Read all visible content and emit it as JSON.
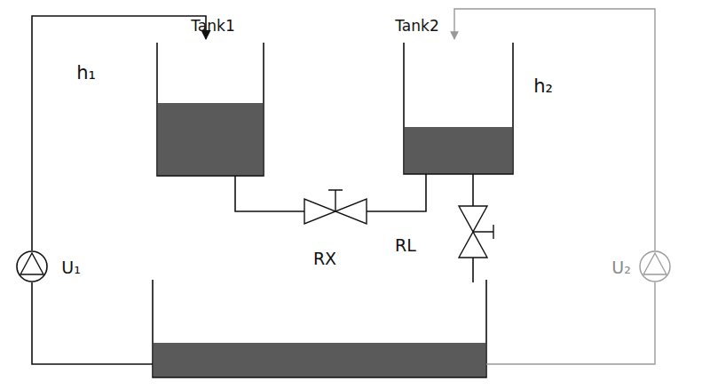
{
  "diagram": {
    "labels": [
      "Tank1",
      "Tank2",
      "h₁",
      "h₂",
      "RX",
      "RL",
      "U₁",
      "U₂"
    ]
  }
}
